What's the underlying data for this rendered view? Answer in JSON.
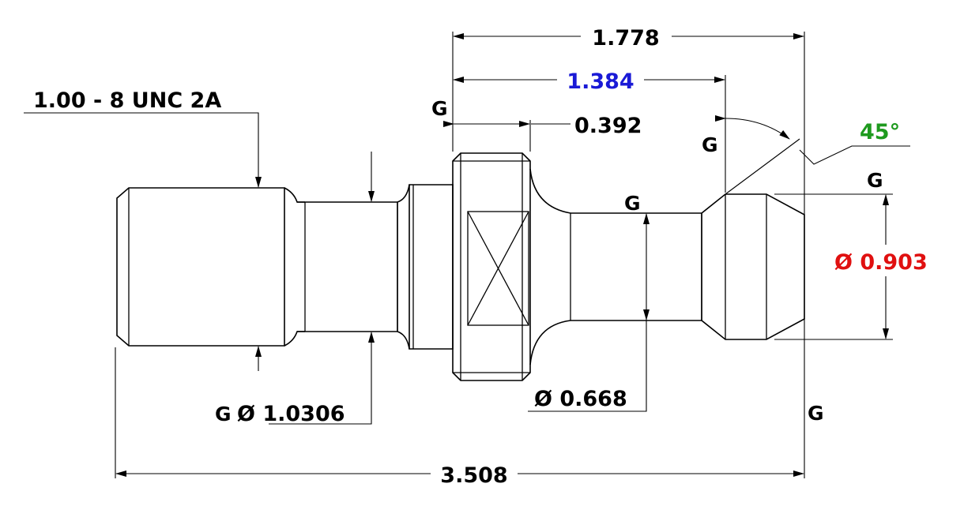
{
  "drawing": {
    "dimensions": {
      "overall_length": "3.508",
      "flange_to_end": "1.778",
      "flange_to_cone": "1.384",
      "flange_width": "0.392",
      "thread_spec": "1.00 - 8 UNC 2A",
      "relief_diameter": "Ø 1.0306",
      "relief_prefix": "G",
      "neck_diameter": "Ø 0.668",
      "head_diameter": "Ø 0.903",
      "chamfer_angle": "45°"
    },
    "datum_label": "G",
    "colors": {
      "line": "#000000",
      "blue_dimension": "#1a1ad6",
      "red_dimension": "#e01010",
      "green_dimension": "#1e9a1e"
    }
  }
}
